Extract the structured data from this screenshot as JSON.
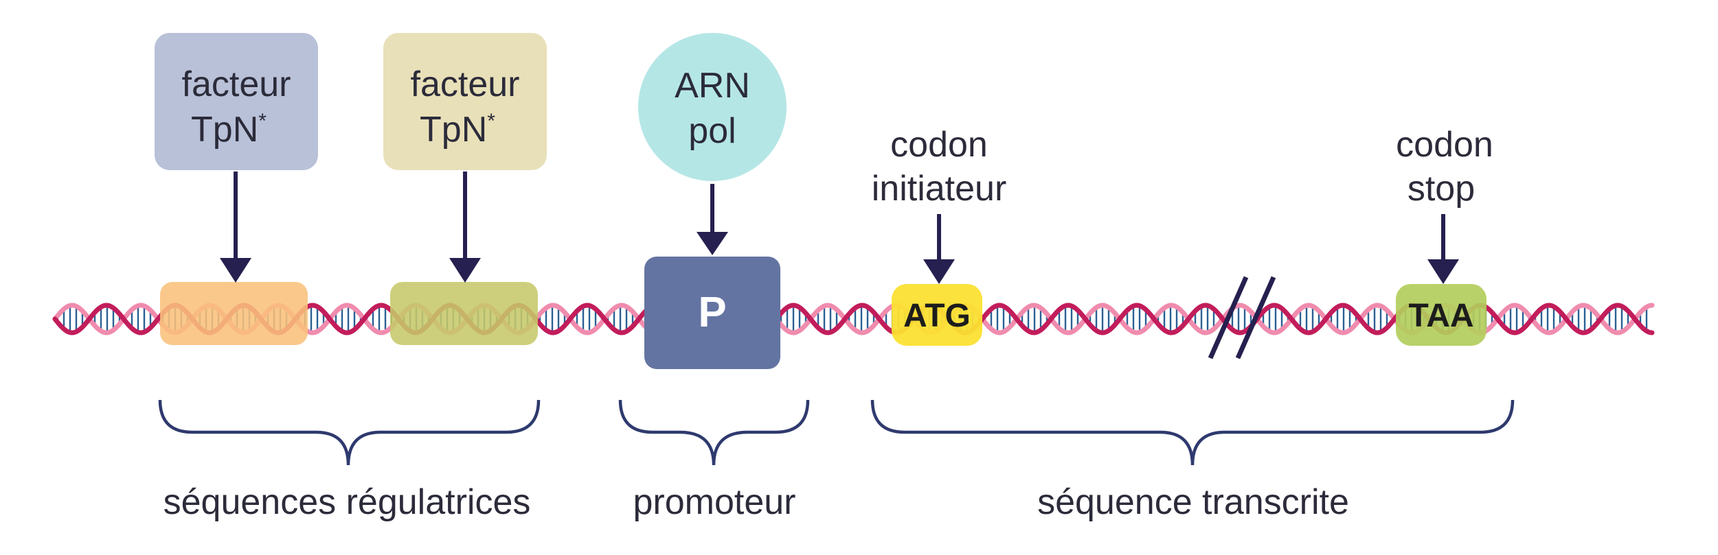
{
  "factor1": {
    "line1": "facteur",
    "line2": "TpN",
    "sup": "*",
    "color": "#b9c1d8",
    "site_color": "#f9c07b"
  },
  "factor2": {
    "line1": "facteur",
    "line2": "TpN",
    "sup": "*",
    "color": "#e8e0b8",
    "site_color": "#c6c86a"
  },
  "rna_pol": {
    "line1": "ARN",
    "line2": "pol",
    "color": "#b5e6e6"
  },
  "promoter_box": {
    "letter": "P",
    "color": "#6474a2"
  },
  "start_codon": {
    "label_line1": "codon",
    "label_line2": "initiateur",
    "seq": "ATG",
    "color": "#fbe032"
  },
  "stop_codon": {
    "label_line1": "codon",
    "label_line2": "stop",
    "seq": "TAA",
    "color": "#b3cd5c"
  },
  "braces": {
    "regulatory": "séquences régulatrices",
    "promoter": "promoteur",
    "transcribed": "séquence transcrite"
  },
  "colors": {
    "arrow": "#25204f",
    "strand_a": "#c21d5b",
    "strand_b": "#f08cae",
    "rungs": "#2a5f93",
    "brace": "#2e3a6e"
  }
}
